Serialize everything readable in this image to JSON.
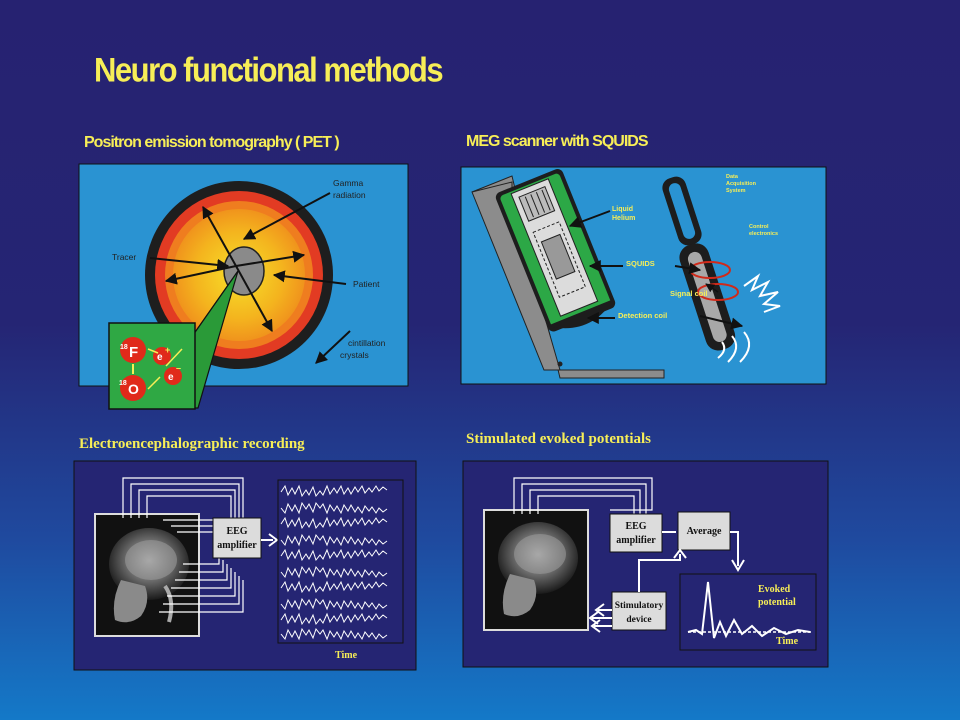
{
  "title": "Neuro functional methods",
  "pet": {
    "heading": "Positron emission tomography  ( PET )",
    "labels": {
      "gamma": [
        "Gamma",
        "radiation"
      ],
      "tracer": "Tracer",
      "patient": "Patient",
      "scint": [
        "cintillation",
        "crystals"
      ],
      "f18_mass": "18",
      "f18_symbol": "F",
      "o18_mass": "18",
      "o18_symbol": "O",
      "positron": "e",
      "positron_sign": "+",
      "electron": "e",
      "electron_sign": "–"
    },
    "colors": {
      "ring_outer": "#222222",
      "ring_red": "#e23b23",
      "ring_orange": "#f08a20",
      "core": "#f5d21f",
      "center": "#8a8a8a",
      "panel": "#2a93d2",
      "zoom": "#2aa84a",
      "atom": "#e02a1a"
    }
  },
  "meg": {
    "heading": "MEG scanner with SQUIDS",
    "labels": {
      "liquid_helium": [
        "Liquid",
        "Helium"
      ],
      "squids": "SQUIDS",
      "detection_coil": "Detection coil",
      "signal_coil": "Signal coil",
      "data_system": [
        "Data",
        "Acquisition",
        "System"
      ],
      "control_electronics": [
        "Control",
        "electronics"
      ]
    }
  },
  "eeg": {
    "heading": "Electroencephalographic recording",
    "amplifier": [
      "EEG",
      "amplifier"
    ],
    "time_label": "Time"
  },
  "sep": {
    "heading": "Stimulated evoked potentials",
    "amplifier": [
      "EEG",
      "amplifier"
    ],
    "average": "Average",
    "stimulatory": [
      "Stimulatory",
      "device"
    ],
    "evoked": [
      "Evoked",
      "potential"
    ],
    "time_label": "Time"
  }
}
